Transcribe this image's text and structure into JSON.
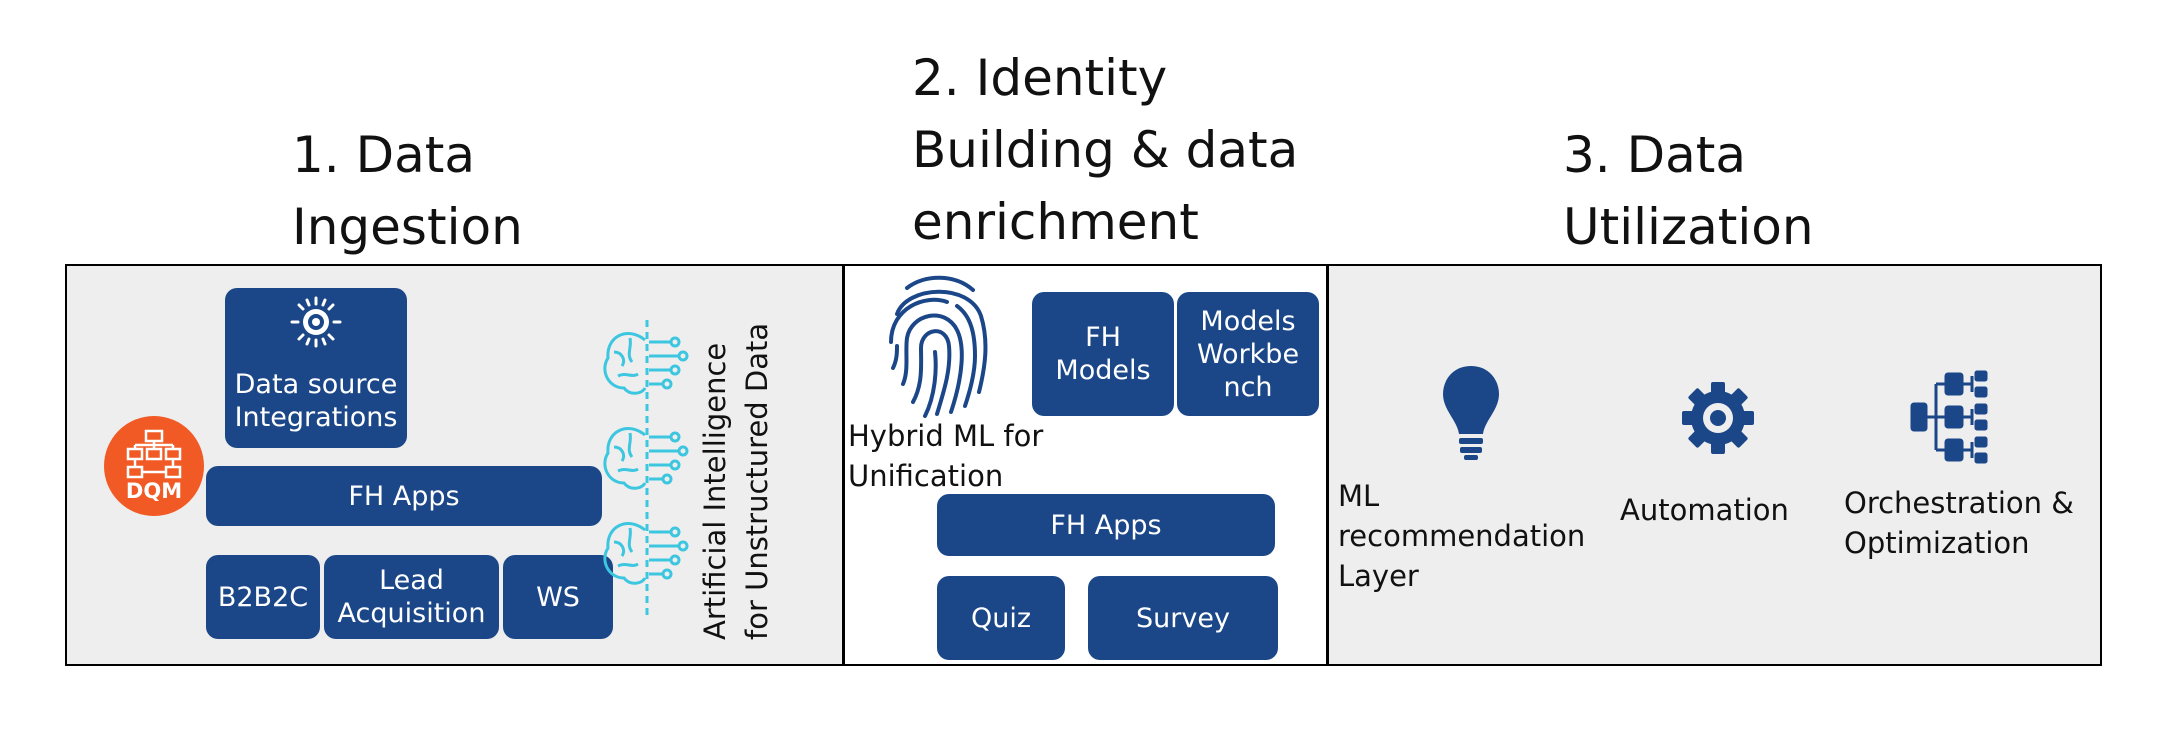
{
  "headings": {
    "ingestion_l1": "1. Data",
    "ingestion_l2": "Ingestion",
    "identity_l1": "2. Identity",
    "identity_l2": "Building & data",
    "identity_l3": "enrichment",
    "utilization_l1": "3. Data",
    "utilization_l2": "Utilization"
  },
  "ingestion": {
    "data_source_l1": "Data source",
    "data_source_l2": "Integrations",
    "dqm_label": "DQM",
    "fh_apps": "FH Apps",
    "b2b2c": "B2B2C",
    "lead_l1": "Lead",
    "lead_l2": "Acquisition",
    "ws": "WS",
    "ai_l1": "Artificial Intelligence",
    "ai_l2": "for Unstructured Data"
  },
  "identity": {
    "hybrid_l1": "Hybrid ML for",
    "hybrid_l2": "Unification",
    "fh_models_l1": "FH",
    "fh_models_l2": "Models",
    "workbench_l1": "Models",
    "workbench_l2": "Workbe",
    "workbench_l3": "nch",
    "fh_apps": "FH Apps",
    "quiz": "Quiz",
    "survey": "Survey"
  },
  "utilization": {
    "ml_l1": "ML",
    "ml_l2": "recommendation",
    "ml_l3": "Layer",
    "automation": "Automation",
    "orch_l1": "Orchestration &",
    "orch_l2": "Optimization"
  },
  "icons": {
    "data_source": "sensor-icon",
    "dqm": "dqm-flowchart-icon",
    "ai": "brain-circuit-icon",
    "fingerprint": "fingerprint-icon",
    "ml": "lightbulb-icon",
    "automation": "gear-icon",
    "orchestration": "hierarchy-icon"
  },
  "colors": {
    "box_fill": "#1b4789",
    "panel_gray": "#eeeeee",
    "dqm_orange": "#f15a24",
    "ai_cyan": "#3cc6e0",
    "icon_navy": "#1b4789"
  }
}
